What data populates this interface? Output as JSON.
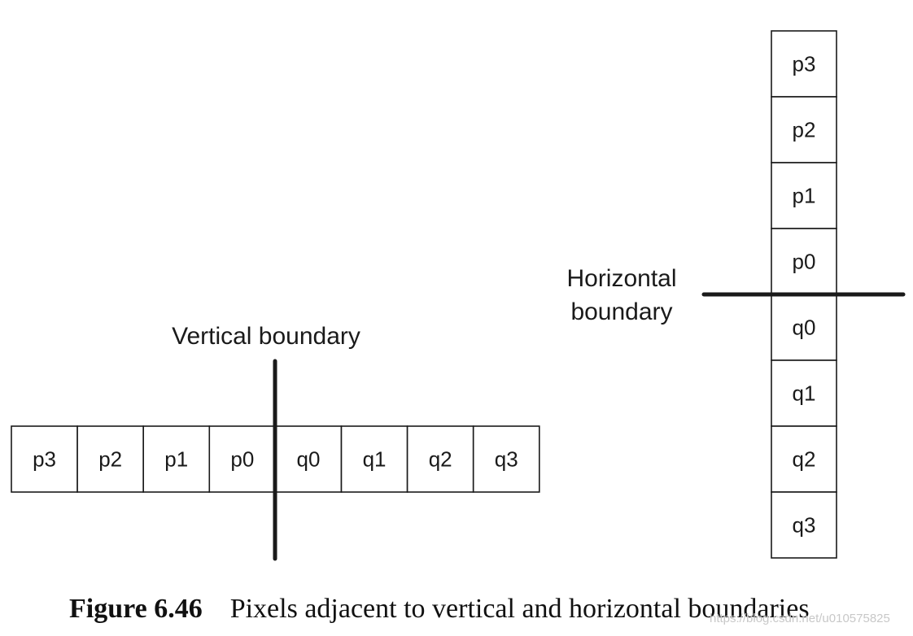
{
  "horizontal_row": {
    "cells": [
      "p3",
      "p2",
      "p1",
      "p0",
      "q0",
      "q1",
      "q2",
      "q3"
    ],
    "label": "Vertical boundary"
  },
  "vertical_column": {
    "cells": [
      "p3",
      "p2",
      "p1",
      "p0",
      "q0",
      "q1",
      "q2",
      "q3"
    ],
    "label_lines": [
      "Horizontal",
      "boundary"
    ]
  },
  "caption": {
    "figure_number": "Figure 6.46",
    "text": "Pixels adjacent to vertical and horizontal boundaries"
  },
  "watermark": "https://blog.csdn.net/u010575825"
}
